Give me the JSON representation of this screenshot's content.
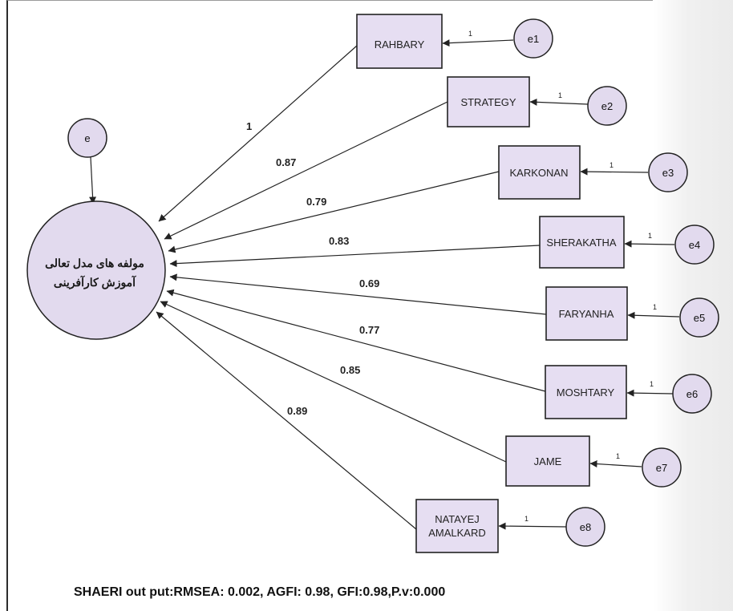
{
  "latent": {
    "label_line1": "مولفه های مدل تعالی",
    "label_line2": "آموزش کارآفرینی"
  },
  "latent_error": {
    "label": "e"
  },
  "indicators": [
    {
      "label": "RAHBARY",
      "weight": "1",
      "error": "e1"
    },
    {
      "label": "STRATEGY",
      "weight": "0.87",
      "error": "e2"
    },
    {
      "label": "KARKONAN",
      "weight": "0.79",
      "error": "e3"
    },
    {
      "label": "SHERAKATHA",
      "weight": "0.83",
      "error": "e4"
    },
    {
      "label": "FARYANHA",
      "weight": "0.69",
      "error": "e5"
    },
    {
      "label": "MOSHTARY",
      "weight": "0.77",
      "error": "e6"
    },
    {
      "label": "JAME",
      "weight": "0.85",
      "error": "e7"
    },
    {
      "label": "NATAYEJ",
      "label_line2": "AMALKARD",
      "weight": "0.89",
      "error": "e8"
    }
  ],
  "error_path_label": "1",
  "caption": "SHAERI out put:RMSEA: 0.002, AGFI: 0.98, GFI:0.98,P.v:0.000",
  "colors": {
    "node_fill": "#e6def2",
    "stroke": "#222222"
  }
}
